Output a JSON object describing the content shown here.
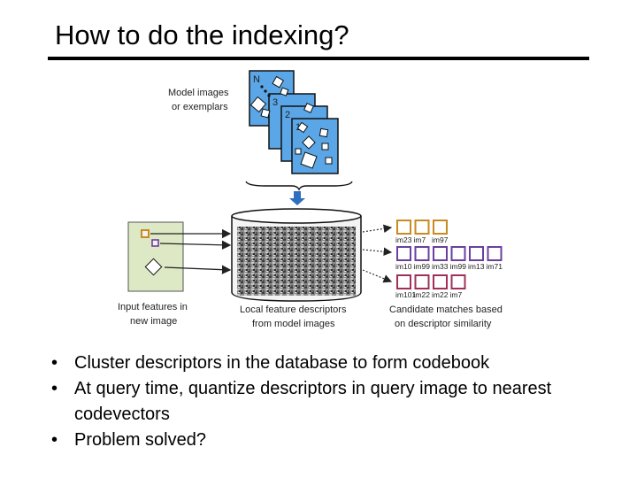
{
  "slide": {
    "title": "How to do the indexing?"
  },
  "diagram": {
    "model_images_label": [
      "Model images",
      "or exemplars"
    ],
    "page_labels": [
      "N",
      "3",
      "2",
      "1"
    ],
    "input_features_label": [
      "Input features in",
      "new image"
    ],
    "database_label": [
      "Local feature descriptors",
      "from model images"
    ],
    "candidates_label": [
      "Candidate matches based",
      "on descriptor similarity"
    ],
    "match_rows": [
      {
        "color": "#c98a1f",
        "labels": [
          "im23",
          "im7",
          "im97"
        ]
      },
      {
        "color": "#6b3fa0",
        "labels": [
          "im10",
          "im99",
          "im33",
          "im99",
          "im13",
          "im71"
        ]
      },
      {
        "color": "#a0305a",
        "labels": [
          "im101",
          "im22",
          "im22",
          "im7"
        ]
      }
    ],
    "colors": {
      "page_fill": "#5aa6e6",
      "input_fill": "#dde9c4",
      "arrow": "#2f6fbf"
    }
  },
  "bullets": [
    "Cluster descriptors in the database to form codebook",
    "At query time, quantize descriptors in query image to nearest codevectors",
    "Problem solved?"
  ]
}
